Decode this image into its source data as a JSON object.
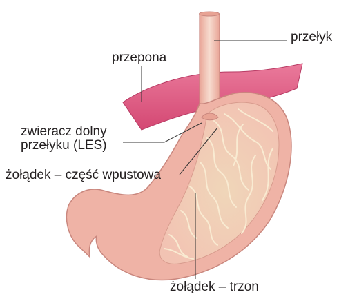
{
  "labels": {
    "esophagus": "przełyk",
    "diaphragm": "przepona",
    "les_line1": "zwieracz dolny",
    "les_line2": "przełyku (LES)",
    "cardia": "żołądek – część wpustowa",
    "body": "żołądek – trzon"
  },
  "colors": {
    "outline": "#c9877e",
    "tissue": "#efb9ad",
    "inner": "#f4cfc2",
    "diaphragm": "#e0577f",
    "fiber": "#f7e6c9",
    "leader": "#333333"
  }
}
